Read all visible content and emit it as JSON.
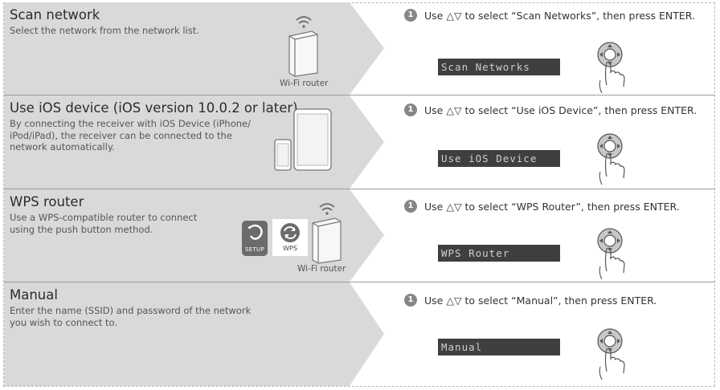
{
  "rows": [
    {
      "title": "Scan network",
      "description": "Select the network from the network list.",
      "device_caption": "Wi-Fi router",
      "instruction": "Use △▽ to select “Scan Networks”, then press ENTER.",
      "display_text": "Scan Networks"
    },
    {
      "title": "Use iOS device (iOS version 10.0.2 or later)",
      "description": "By connecting the receiver with iOS Device (iPhone/\niPod/iPad), the receiver can be connected to the\nnetwork automatically.",
      "instruction": "Use △▽ to select “Use iOS Device”, then press ENTER.",
      "display_text": "Use iOS Device"
    },
    {
      "title": "WPS router",
      "description": "Use a WPS-compatible router to connect\nusing the push button method.",
      "device_caption": "Wi-Fi router",
      "wps_label": "WPS",
      "setup_label": "SETUP",
      "instruction": "Use △▽ to select “WPS Router”, then press ENTER.",
      "display_text": "WPS Router"
    },
    {
      "title": "Manual",
      "description": "Enter the name (SSID) and password of the network\nyou wish to connect to.",
      "instruction": "Use △▽ to select “Manual”, then press ENTER.",
      "display_text": "Manual"
    }
  ],
  "step_number": "1",
  "colors": {
    "panel_gray": "#d9d9d9",
    "display_bg": "#3f3f3f",
    "step_badge": "#868686"
  }
}
